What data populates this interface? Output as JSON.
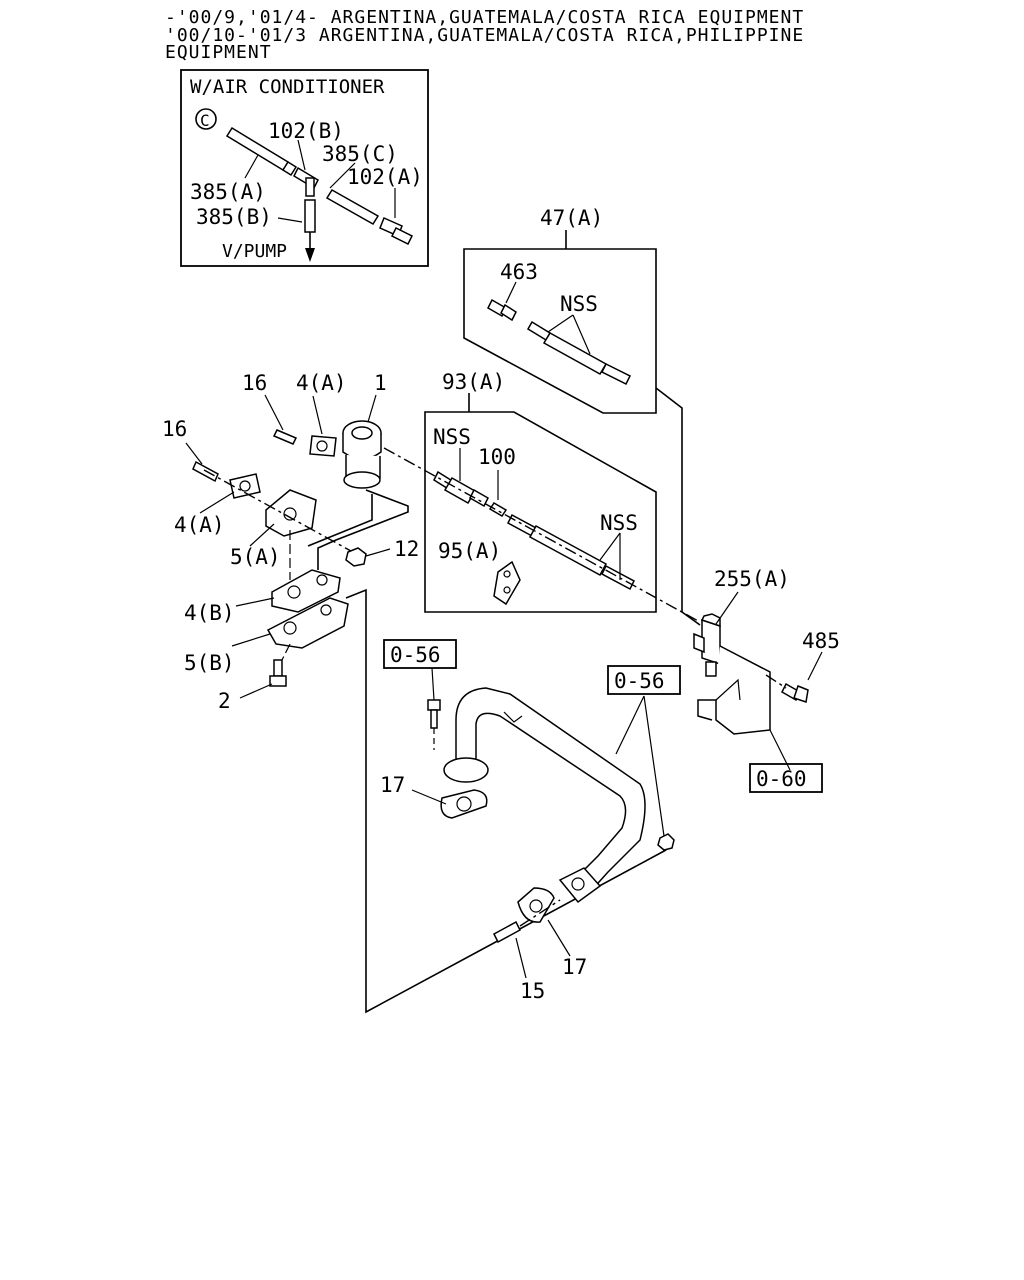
{
  "header": {
    "line1": "-'00/9,'01/4- ARGENTINA,GUATEMALA/COSTA RICA EQUIPMENT",
    "line2": "'00/10-'01/3 ARGENTINA,GUATEMALA/COSTA RICA,PHILIPPINE",
    "line3": "EQUIPMENT"
  },
  "inset": {
    "title": "W/AIR CONDITIONER",
    "circle_ref": "C",
    "labels": {
      "p102b": "102(B)",
      "p385c": "385(C)",
      "p102a": "102(A)",
      "p385a": "385(A)",
      "p385b": "385(B)",
      "vpump": "V/PUMP"
    }
  },
  "callouts": {
    "p47a": "47(A)",
    "p463": "463",
    "nss1": "NSS",
    "p93a": "93(A)",
    "nss2": "NSS",
    "p100": "100",
    "nss3": "NSS",
    "p95a": "95(A)",
    "p16a": "16",
    "p4a_top": "4(A)",
    "p1": "1",
    "p16b": "16",
    "p4a_left": "4(A)",
    "p5a": "5(A)",
    "p12": "12",
    "p4b": "4(B)",
    "p5b": "5(B)",
    "p2": "2",
    "p255a": "255(A)",
    "p485": "485",
    "p17a": "17",
    "p17b": "17",
    "p15": "15"
  },
  "ref_boxes": {
    "ref1": "0-56",
    "ref2": "0-56",
    "ref3": "0-60"
  }
}
